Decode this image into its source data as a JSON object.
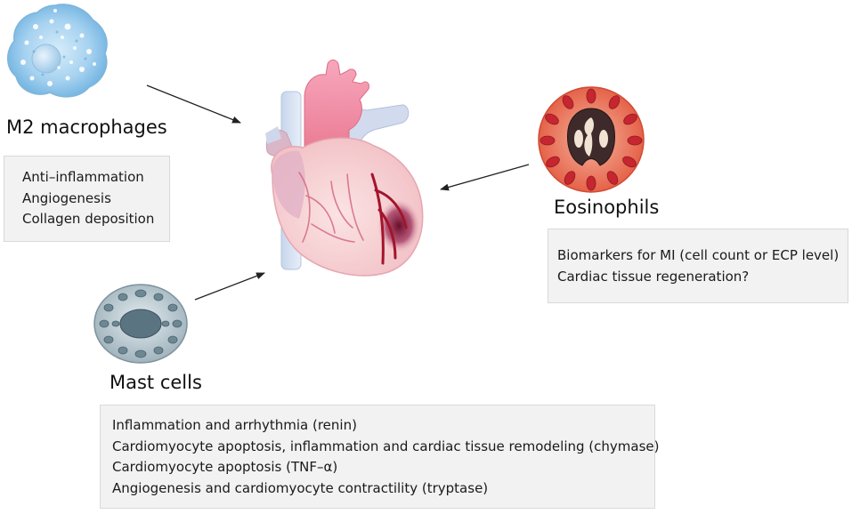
{
  "m2": {
    "title": "M2 macrophages",
    "items": [
      "Anti–inflammation",
      "Angiogenesis",
      "Collagen deposition"
    ]
  },
  "eosinophils": {
    "title": "Eosinophils",
    "items": [
      "Biomarkers for MI (cell count or ECP level)",
      "Cardiac tissue regeneration?"
    ]
  },
  "mast": {
    "title": "Mast cells",
    "items": [
      "Inflammation and arrhythmia (renin)",
      "Cardiomyocyte apoptosis, inflammation and cardiac tissue remodeling (chymase)",
      "Cardiomyocyte apoptosis (TNF–α)",
      "Angiogenesis and cardiomyocyte contractility (tryptase)"
    ]
  },
  "icons": {
    "macrophage": "macrophage-cell-icon",
    "heart": "heart-icon",
    "eosinophil": "eosinophil-cell-icon",
    "mast_cell": "mast-cell-icon"
  },
  "colors": {
    "macrophage": "#8ec3e8",
    "eosinophil": "#e86a52",
    "mast_cell": "#8fa3ad",
    "heart": "#f3b8c2",
    "box_bg": "#f2f2f2"
  }
}
